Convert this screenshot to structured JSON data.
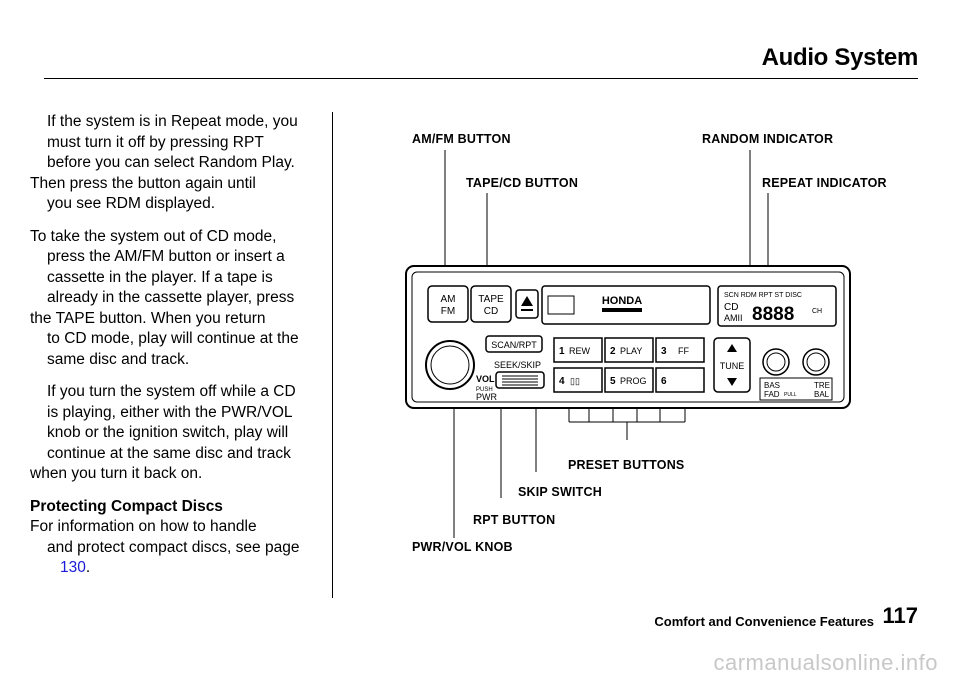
{
  "header": {
    "title": "Audio System"
  },
  "body": {
    "p1": [
      "If the system is in Repeat mode, you",
      "must turn it off by pressing RPT",
      "before you can select Random Play.",
      "Then press the button again until",
      "you see RDM displayed."
    ],
    "p2": [
      "To take the system out of CD mode,",
      "press the AM/FM button or insert a",
      "cassette in the player. If a tape is",
      "already in the cassette player, press",
      "the TAPE button. When you return",
      "to CD mode, play will continue at the",
      "same disc and track."
    ],
    "p3": [
      "If you turn the system off while a CD",
      "is playing, either with the PWR/VOL",
      "knob or the ignition switch, play will",
      "continue at the same disc and track",
      "when you turn it back on."
    ],
    "section_heading": "Protecting Compact Discs",
    "p4": [
      "For information on how to handle",
      "and protect compact discs, see page"
    ],
    "p4_link": "130",
    "p4_end": "."
  },
  "callouts": {
    "am_fm_button": "AM/FM BUTTON",
    "random_indicator": "RANDOM INDICATOR",
    "tape_cd_button": "TAPE/CD BUTTON",
    "repeat_indicator": "REPEAT INDICATOR",
    "preset_buttons": "PRESET BUTTONS",
    "skip_switch": "SKIP SWITCH",
    "rpt_button": "RPT BUTTON",
    "pwr_vol_knob": "PWR/VOL KNOB"
  },
  "radio": {
    "am": "AM",
    "fm": "FM",
    "tape": "TAPE",
    "cd": "CD",
    "brand": "HONDA",
    "display_indicators": "SCN RDM RPT ST DISC",
    "display_cd": "CD",
    "display_amfm": "AMII",
    "display_digits": "8888",
    "display_ch": "CH",
    "scan_rpt": "SCAN/RPT",
    "seek_skip": "SEEK/SKIP",
    "vol": "VOL",
    "push": "PUSH",
    "pwr": "PWR",
    "preset1_num": "1",
    "preset1_label": "REW",
    "preset2_num": "2",
    "preset2_label": "PLAY",
    "preset3_num": "3",
    "preset3_label": "FF",
    "preset4_num": "4",
    "preset4_label": "▯▯",
    "preset5_num": "5",
    "preset5_label": "PROG",
    "preset6_num": "6",
    "tune": "TUNE",
    "bas": "BAS",
    "tre": "TRE",
    "fad": "FAD",
    "pull": "PULL",
    "bal": "BAL"
  },
  "footer": {
    "section": "Comfort and Convenience Features",
    "page": "117"
  },
  "watermark": "carmanualsonline.info"
}
